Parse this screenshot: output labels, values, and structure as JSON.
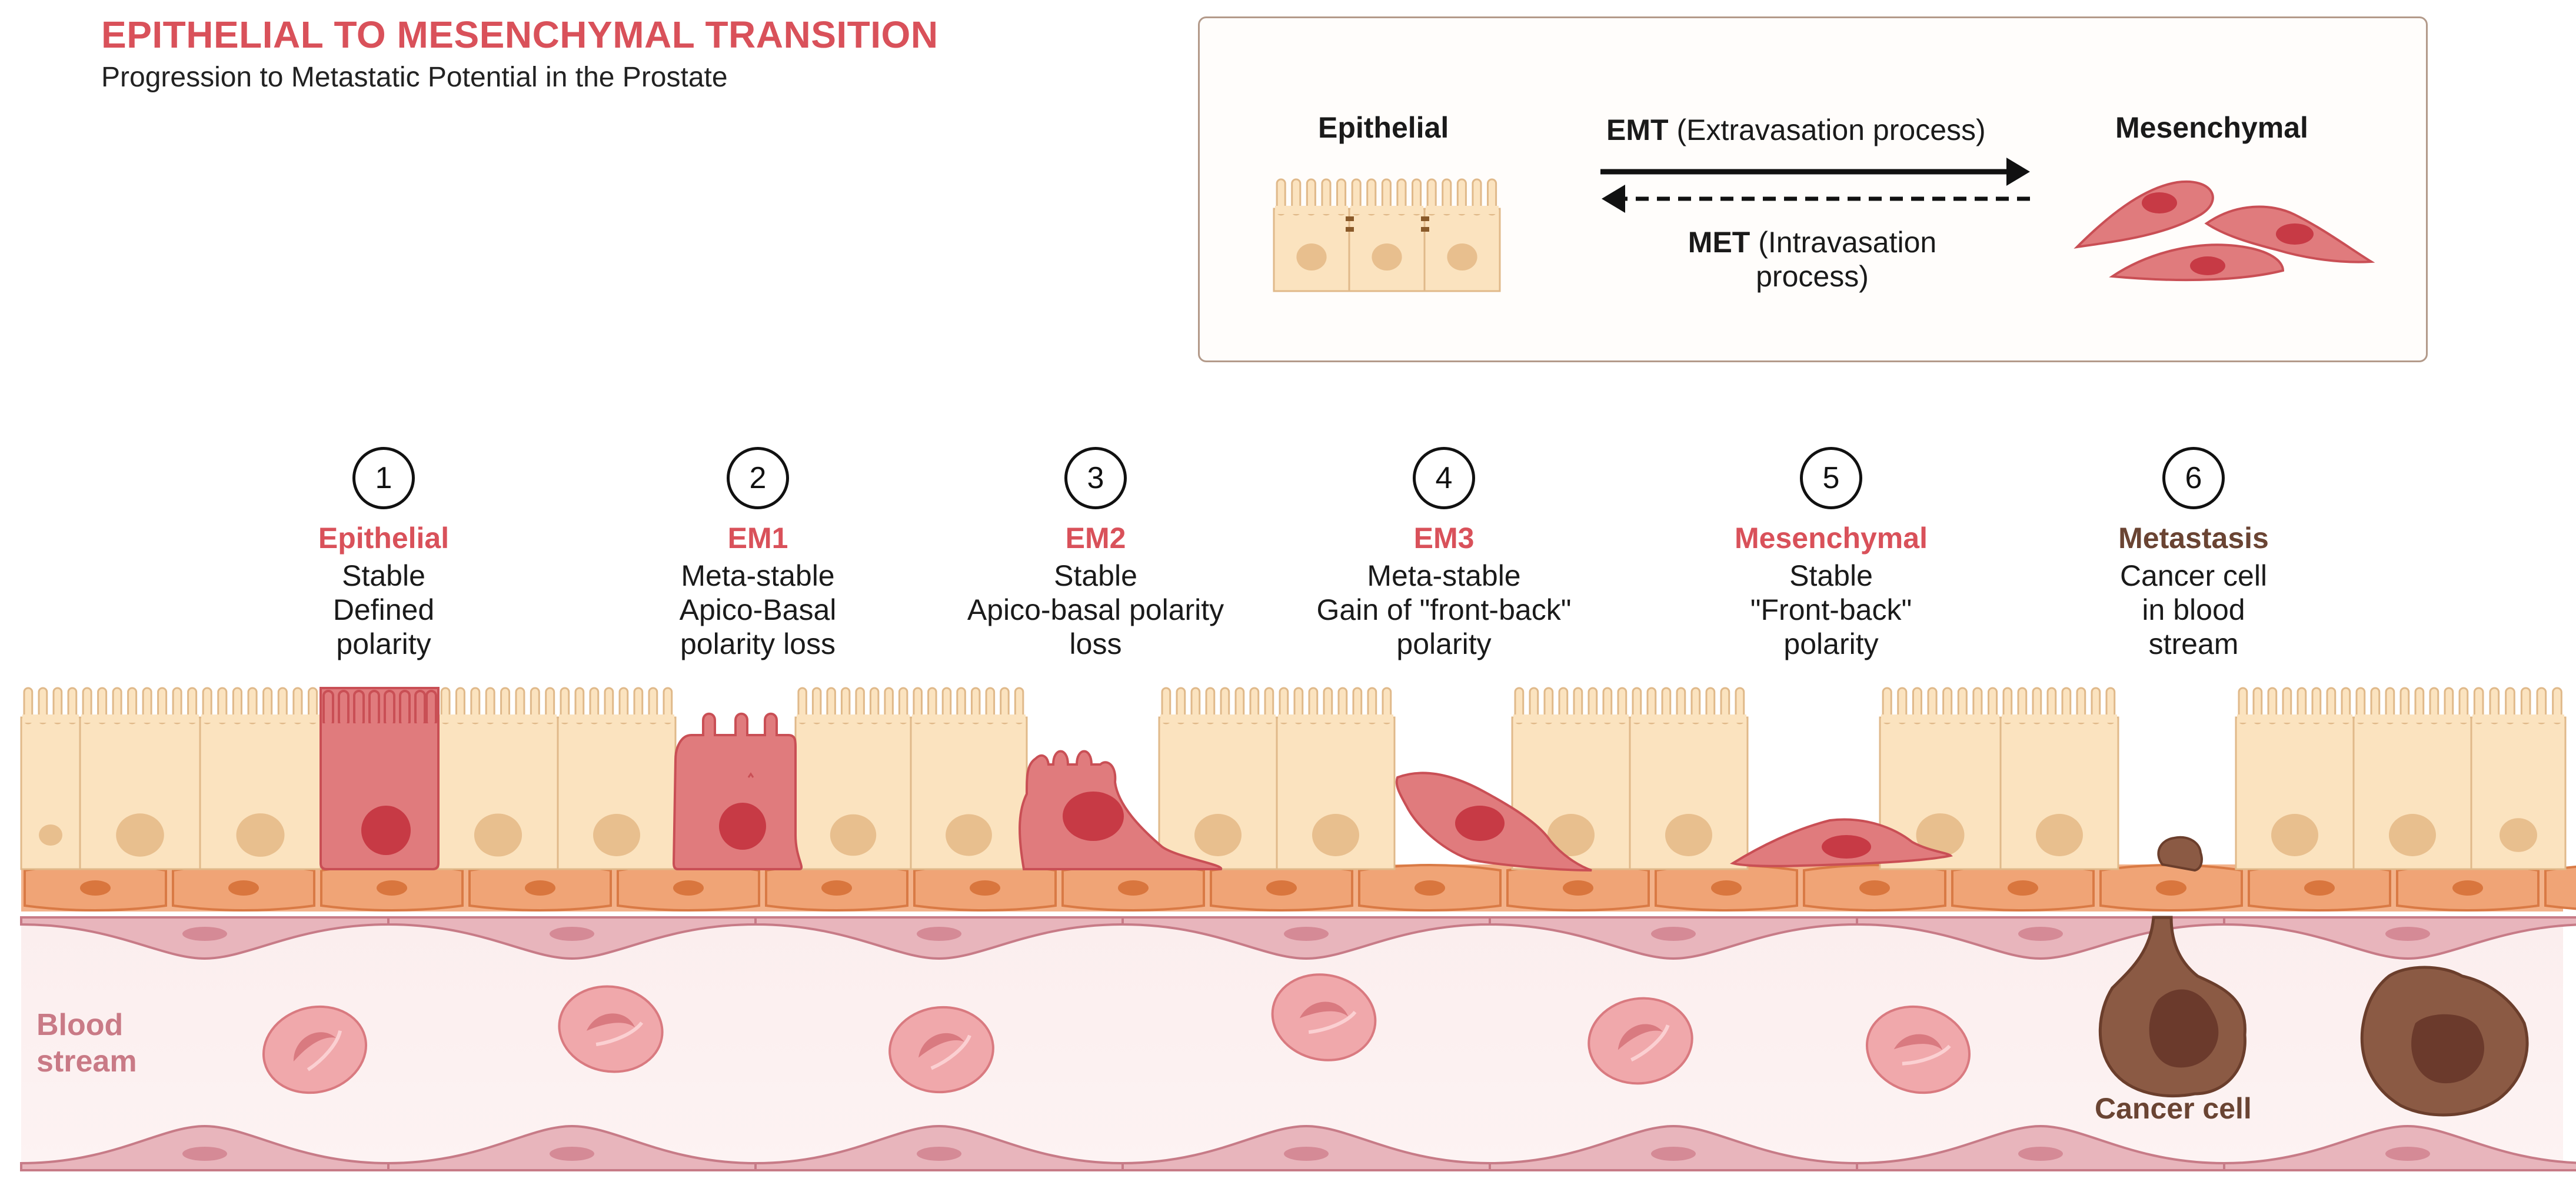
{
  "title": "EPITHELIAL TO MESENCHYMAL TRANSITION",
  "subtitle": "Progression to Metastatic Potential in the Prostate",
  "legend": {
    "epithelial": "Epithelial",
    "mesenchymal": "Mesenchymal",
    "emt_bold": "EMT",
    "emt_rest": "(Extravasation process)",
    "met_bold": "MET",
    "met_rest_1": "(Intravasation",
    "met_rest_2": "process)"
  },
  "stages": [
    {
      "num": "1",
      "name": "Epithelial",
      "desc": [
        "Stable",
        "Defined",
        "polarity"
      ]
    },
    {
      "num": "2",
      "name": "EM1",
      "desc": [
        "Meta-stable",
        "Apico-Basal",
        "polarity loss"
      ]
    },
    {
      "num": "3",
      "name": "EM2",
      "desc": [
        "Stable",
        "Apico-basal polarity",
        "loss"
      ]
    },
    {
      "num": "4",
      "name": "EM3",
      "desc": [
        "Meta-stable",
        "Gain of \"front-back\"",
        "polarity"
      ]
    },
    {
      "num": "5",
      "name": "Mesenchymal",
      "desc": [
        "Stable",
        "\"Front-back\"",
        "polarity"
      ]
    },
    {
      "num": "6",
      "name": "Metastasis",
      "desc": [
        "Cancer cell",
        "in blood",
        "stream"
      ]
    }
  ],
  "blood_stream_label_1": "Blood",
  "blood_stream_label_2": "stream",
  "cancer_cell_label": "Cancer cell",
  "colors": {
    "title": "#d9515a",
    "epithelial_cell": "#fbe3bf",
    "cancer_cell_pink": "#e07b7d",
    "basement_cells": "#f0a476",
    "blood_vessel": "#fbeeee",
    "red_blood_cell": "#f0a8ab",
    "metastatic_cell": "#8b5a44"
  }
}
